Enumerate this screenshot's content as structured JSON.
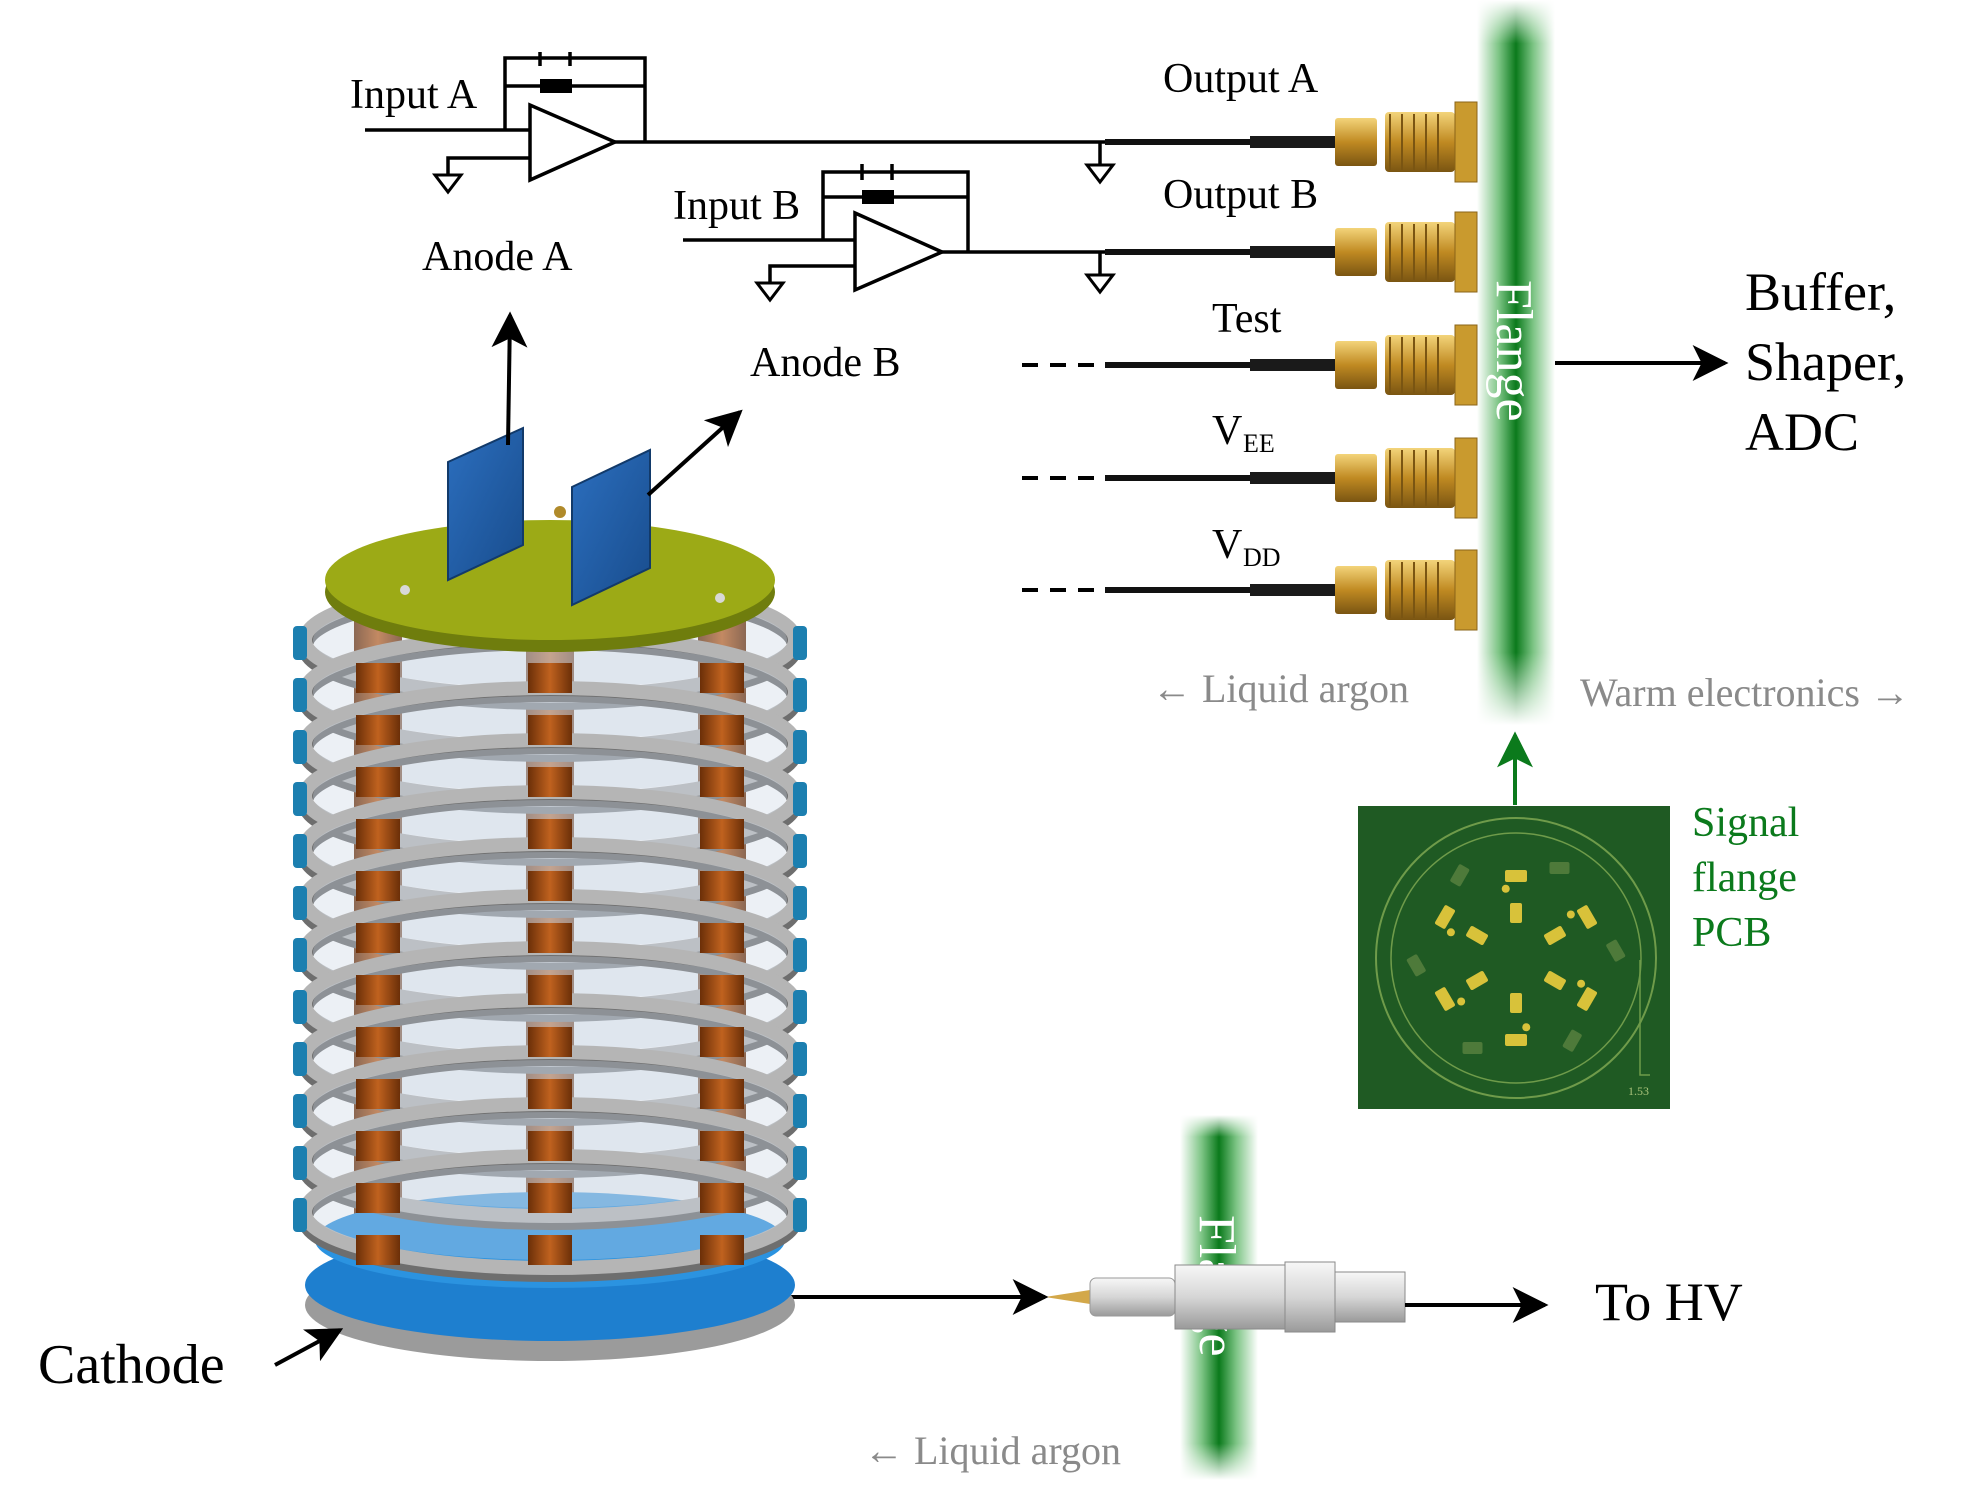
{
  "circuit": {
    "input_a": "Input A",
    "input_b": "Input B",
    "anode_a": "Anode A",
    "anode_b": "Anode B"
  },
  "cables": {
    "output_a": "Output A",
    "output_b": "Output B",
    "test": "Test",
    "vee_main": "V",
    "vee_sub": "EE",
    "vdd_main": "V",
    "vdd_sub": "DD"
  },
  "flange_labels": {
    "signal_flange": "Flange",
    "hv_flange": "Flange"
  },
  "destinations": {
    "buffer_line1": "Buffer,",
    "buffer_line2": "Shaper,",
    "buffer_line3": "ADC",
    "to_hv": "To HV"
  },
  "regions": {
    "liquid_argon_top": "← Liquid argon",
    "warm_electronics": "Warm electronics →",
    "liquid_argon_bottom": "← Liquid argon"
  },
  "pcb": {
    "label_line1": "Signal",
    "label_line2": "flange",
    "label_line3": "PCB",
    "value_text": "1.53"
  },
  "detector": {
    "cathode_label": "Cathode"
  },
  "colors": {
    "flange_green": "#0b7a1c",
    "pcb_green": "#1f5a23",
    "anode_blue": "#1f5fa8",
    "ring_grey": "#a9a9a9",
    "rod_copper": "#9a4a14",
    "top_plate": "#8e9f12",
    "cathode_blue": "#1e7fcf",
    "connector_gold": "#c99a2e"
  }
}
